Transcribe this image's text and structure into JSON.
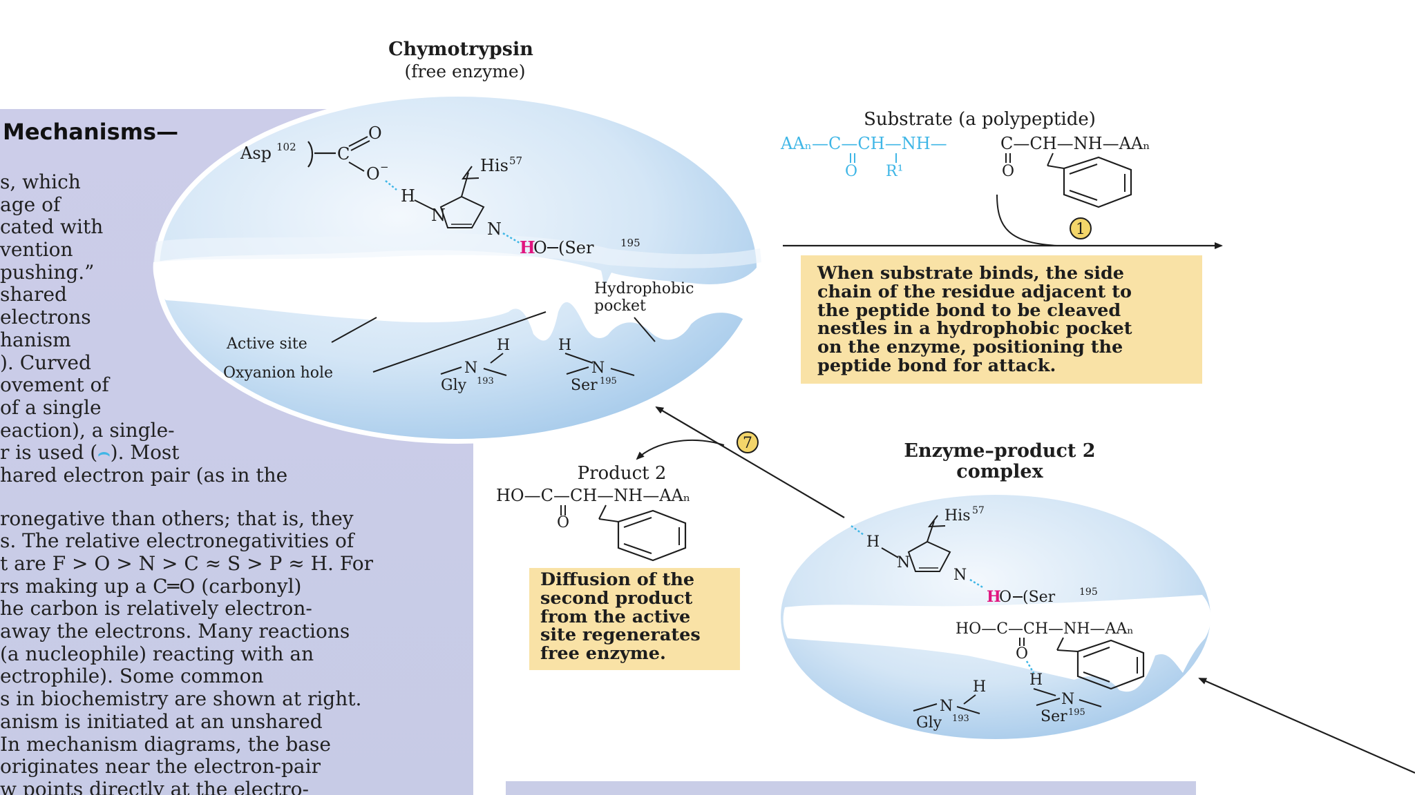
{
  "free_enzyme": {
    "title": "Chymotrypsin",
    "subtitle": "(free enzyme)",
    "asp": "Asp",
    "asp_num": "102",
    "carbonyl_c": "C",
    "carbonyl_o": "O",
    "alkoxide_o": "O",
    "his": "His",
    "his_num": "57",
    "h": "H",
    "n1": "N",
    "n2": "N",
    "ser_ho": "HO",
    "ser": "(Ser",
    "ser_num": "195",
    "hydrophobic": "Hydrophobic",
    "pocket": "pocket",
    "active_site": "Active site",
    "oxyanion_hole": "Oxyanion hole",
    "gly_h": "H",
    "gly_n": "N",
    "gly": "Gly",
    "gly_num": "193",
    "ser2_h": "H",
    "ser2_n": "N",
    "ser2": "Ser",
    "ser2_num": "195"
  },
  "substrate": {
    "title": "Substrate (a polypeptide)",
    "chain_cyan": "AAₙ—C—CH—NH—",
    "chain_black": "C—CH—NH—AAₙ",
    "o1": "O",
    "r1": "R¹",
    "o2": "O"
  },
  "step1": {
    "number": "1",
    "note": [
      "When substrate binds, the side",
      "chain of the residue adjacent to",
      "the peptide bond to be cleaved",
      "nestles in a hydrophobic pocket",
      "on the enzyme, positioning the",
      "peptide bond for attack."
    ]
  },
  "step7": {
    "number": "7",
    "note": [
      "Diffusion of the",
      "second product",
      "from the active",
      "site regenerates",
      "free enzyme."
    ]
  },
  "product2": {
    "title": "Product 2",
    "chain": "HO—C—CH—NH—AAₙ",
    "o": "O"
  },
  "complex": {
    "title_line1": "Enzyme–product 2",
    "title_line2": "complex",
    "his": "His",
    "his_num": "57",
    "h": "H",
    "n1": "N",
    "n2": "N",
    "ser_ho": "HO",
    "ser": "(Ser",
    "ser_num": "195",
    "chain": "HO—C—CH—NH—AAₙ",
    "o": "O",
    "oh_h": "H",
    "gly_h": "H",
    "gly_n": "N",
    "gly": "Gly",
    "gly_num": "193",
    "ser2_n": "N",
    "ser2": "Ser",
    "ser2_num": "195"
  },
  "sidebar": {
    "heading": "Mechanisms—",
    "lines": [
      "s, which",
      "age of",
      "cated with",
      "vention",
      " pushing.”",
      "shared",
      "electrons",
      "hanism",
      "). Curved",
      "ovement of",
      " of a single",
      "eaction), a single-",
      "r is used (",
      "hared electron pair (as in the",
      "",
      "ronegative than others; that is, they",
      "s. The relative electronegativities of",
      "t are F > O > N > C ≈ S > P ≈ H. For",
      "rs making up a C═O (carbonyl)",
      "he carbon is relatively electron-",
      " away the electrons. Many reactions",
      " (a nucleophile) reacting with an",
      "ectrophile). Some common",
      "s in biochemistry are shown at right.",
      "anism is initiated at an unshared",
      " In mechanism diagrams, the base",
      " originates near the electron-pair",
      "w points directly at the electro-"
    ],
    "arc_glyph": "⌢",
    "line12_tail": "). Most"
  },
  "colors": {
    "sidebar_bg": "#c9cde7",
    "note_bg": "#f9e2a6",
    "cyan": "#3fb6e6",
    "pink": "#e0157f",
    "globe_light": "#eef5fc",
    "globe_dark": "#a9cdec"
  }
}
